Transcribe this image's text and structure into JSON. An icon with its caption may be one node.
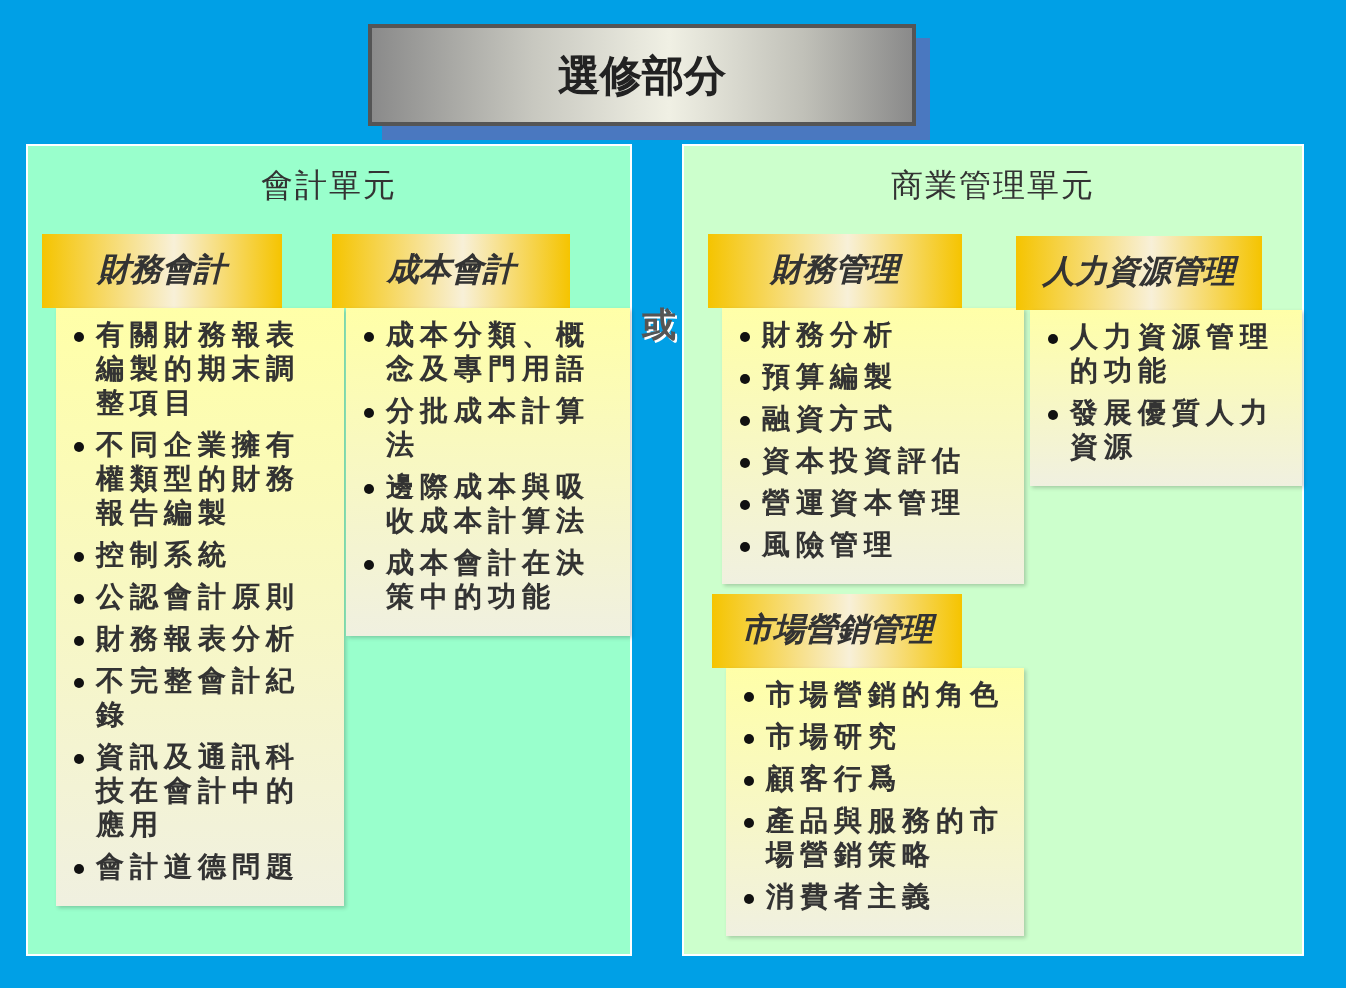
{
  "diagram": {
    "nodes": [
      {
        "text": [
          "選修部分"
        ]
      },
      {
        "text": [
          "會計單元"
        ]
      },
      {
        "text": [
          "財務會計"
        ],
        "in": 1
      },
      {
        "text": [
          "有關財務報表編製的期末調整項目",
          "不同企業擁有權類型的財務報告編製",
          "控制系統",
          "公認會計原則",
          "財務報表分析",
          "不完整會計紀錄",
          "資訊及通訊科技在會計中的應用",
          "會計道德問題"
        ],
        "in": 1
      },
      {
        "text": [
          "成本會計"
        ],
        "in": 1
      },
      {
        "text": [
          "成本分類、概念及專門用語",
          "分批成本計算法",
          "邊際成本與吸收成本計算法",
          "成本會計在決策中的功能"
        ],
        "in": 1
      },
      {
        "text": [
          "商業管理單元"
        ]
      },
      {
        "text": [
          "財務管理"
        ],
        "in": 6
      },
      {
        "text": [
          "財務分析",
          "預算編製",
          "融資方式",
          "資本投資評估",
          "營運資本管理",
          "風險管理"
        ],
        "in": 6
      },
      {
        "text": [
          "人力資源管理"
        ],
        "in": 6
      },
      {
        "text": [
          "人力資源管理的功能",
          "發展優質人力資源"
        ],
        "in": 6
      },
      {
        "text": [
          "市場營銷管理"
        ],
        "in": 6
      },
      {
        "text": [
          "市場營銷的角色",
          "市場研究",
          "顧客行爲",
          "產品與服務的市場營銷策略",
          "消費者主義"
        ],
        "in": 6
      }
    ],
    "edges": [],
    "labels": [
      "或"
    ]
  }
}
